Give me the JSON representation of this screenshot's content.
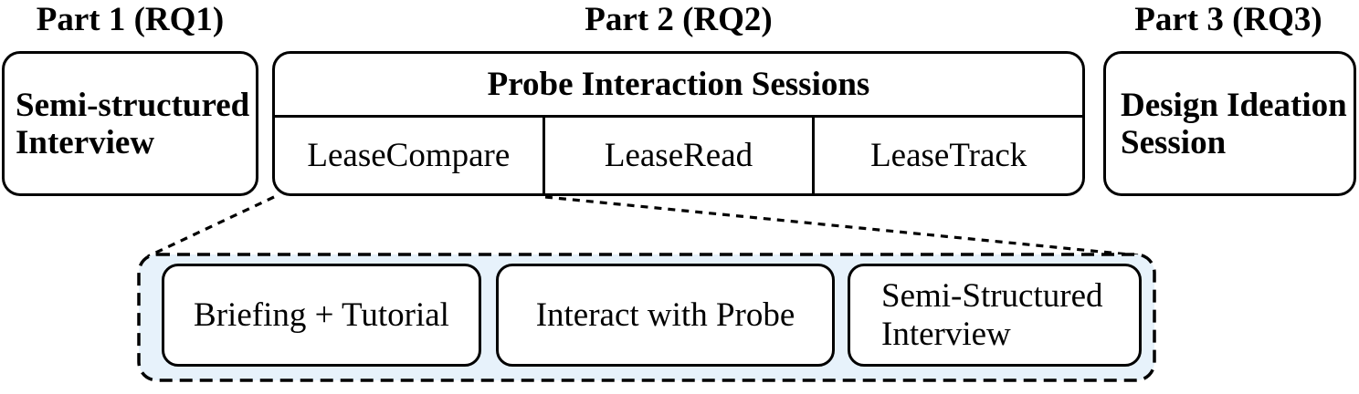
{
  "figure": {
    "part1": {
      "title": "Part 1 (RQ1)",
      "box_label": "Semi-structured Interview"
    },
    "part2": {
      "title": "Part 2 (RQ2)",
      "sessions": {
        "header": "Probe Interaction Sessions",
        "cells": [
          {
            "label": "LeaseCompare"
          },
          {
            "label": "LeaseRead"
          },
          {
            "label": "LeaseTrack"
          }
        ]
      }
    },
    "part3": {
      "title": "Part 3 (RQ3)",
      "box_label": "Design Ideation Session"
    },
    "session_detail": {
      "steps": [
        {
          "label": "Briefing + Tutorial"
        },
        {
          "label": "Interact with Probe"
        },
        {
          "label": "Semi-Structured Interview"
        }
      ],
      "highlight_color": "#e7f2fb",
      "line_color": "#000000"
    }
  }
}
